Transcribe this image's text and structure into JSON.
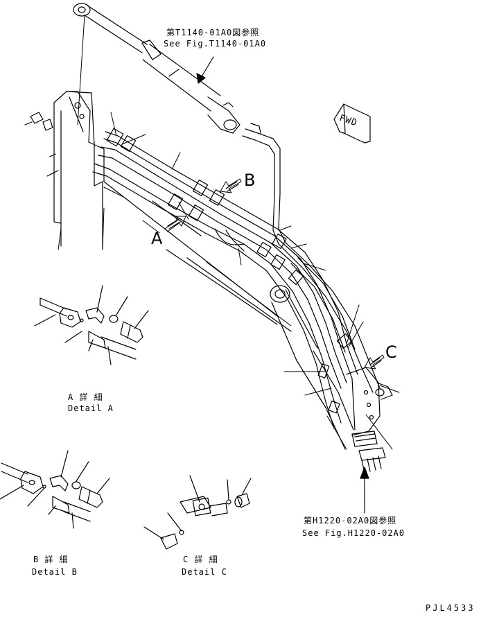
{
  "refs": {
    "top_jp": "第T1140-01A0図参照",
    "top_en": "See Fig.T1140-01A0",
    "bottom_jp": "第H1220-02A0図参照",
    "bottom_en": "See Fig.H1220-02A0"
  },
  "direction": {
    "label": "FWD"
  },
  "callouts": {
    "a": "A",
    "b": "B",
    "c": "C"
  },
  "details": {
    "a_jp": "A 詳 細",
    "a_en": "Detail A",
    "b_jp": "B 詳 細",
    "b_en": "Detail B",
    "c_jp": "C 詳 細",
    "c_en": "Detail C"
  },
  "drawing_code": "PJL4533"
}
